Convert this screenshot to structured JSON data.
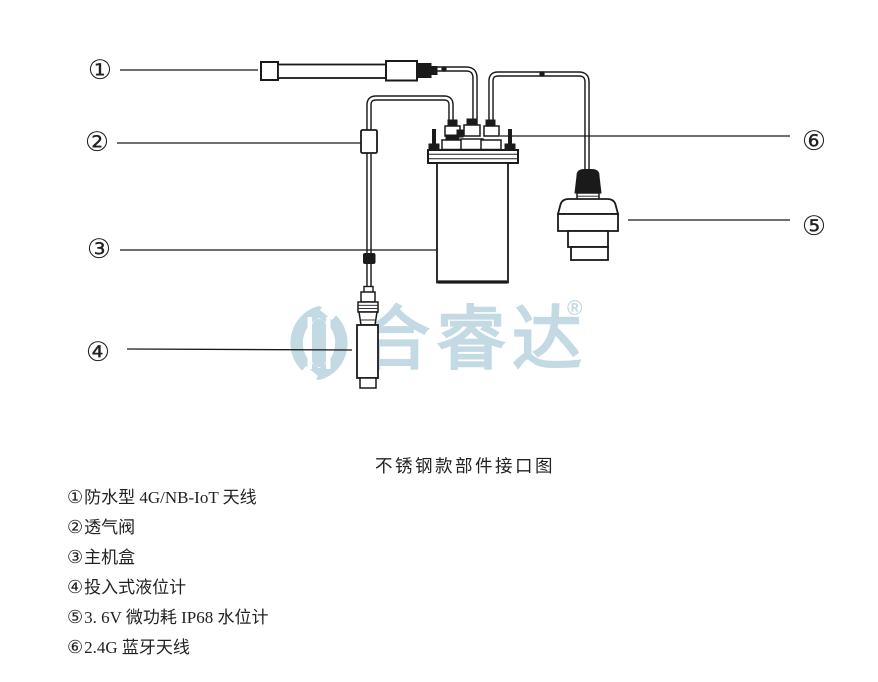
{
  "page": {
    "background_color": "#ffffff",
    "line_color": "#1a1a1a"
  },
  "diagram": {
    "caption": "不锈钢款部件接口图",
    "callouts": {
      "n1": "①",
      "n2": "②",
      "n3": "③",
      "n4": "④",
      "n5": "⑤",
      "n6": "⑥"
    }
  },
  "watermark": {
    "brand": "合睿达",
    "registered_mark": "®",
    "color": "#c3d9e4"
  },
  "legend": {
    "items": [
      {
        "num": "①",
        "label": "防水型 4G/NB-IoT 天线"
      },
      {
        "num": "②",
        "label": "透气阀"
      },
      {
        "num": "③",
        "label": "主机盒"
      },
      {
        "num": "④",
        "label": "投入式液位计"
      },
      {
        "num": "⑤",
        "label": "3. 6V 微功耗 IP68 水位计"
      },
      {
        "num": "⑥",
        "label": "2.4G 蓝牙天线"
      }
    ]
  }
}
